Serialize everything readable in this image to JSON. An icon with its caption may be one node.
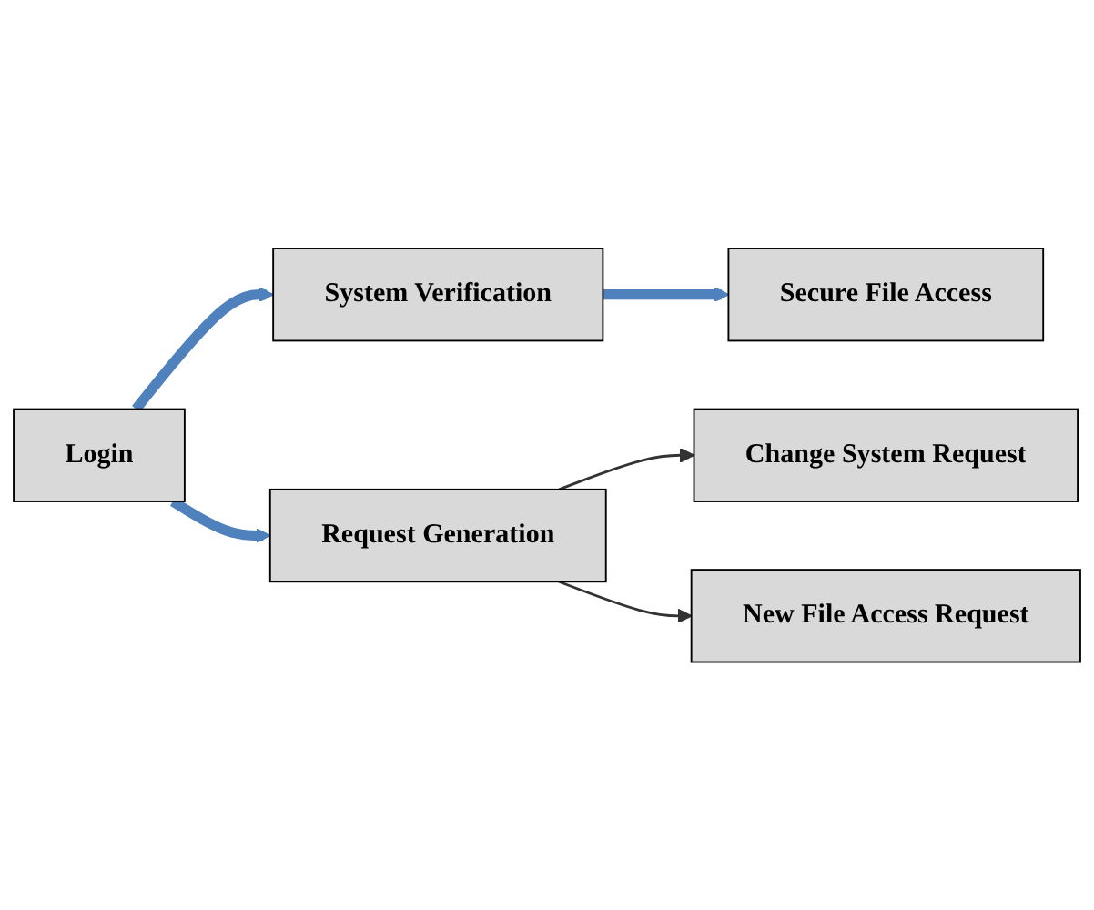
{
  "diagram": {
    "nodes": [
      {
        "text": [
          "Login"
        ]
      },
      {
        "text": [
          "System Verification"
        ]
      },
      {
        "text": [
          "Secure File Access"
        ]
      },
      {
        "text": [
          "Request Generation"
        ]
      },
      {
        "text": [
          "Change System Request"
        ]
      },
      {
        "text": [
          "New File Access Request"
        ]
      }
    ],
    "edges": [
      {
        "from": 0,
        "to": 1,
        "arrow": "to"
      },
      {
        "from": 1,
        "to": 2,
        "arrow": "to"
      },
      {
        "from": 0,
        "to": 3,
        "arrow": "to"
      },
      {
        "from": 3,
        "to": 4,
        "arrow": "to",
        "color": "#333333"
      },
      {
        "from": 3,
        "to": 5,
        "arrow": "to",
        "color": "#333333"
      }
    ]
  }
}
